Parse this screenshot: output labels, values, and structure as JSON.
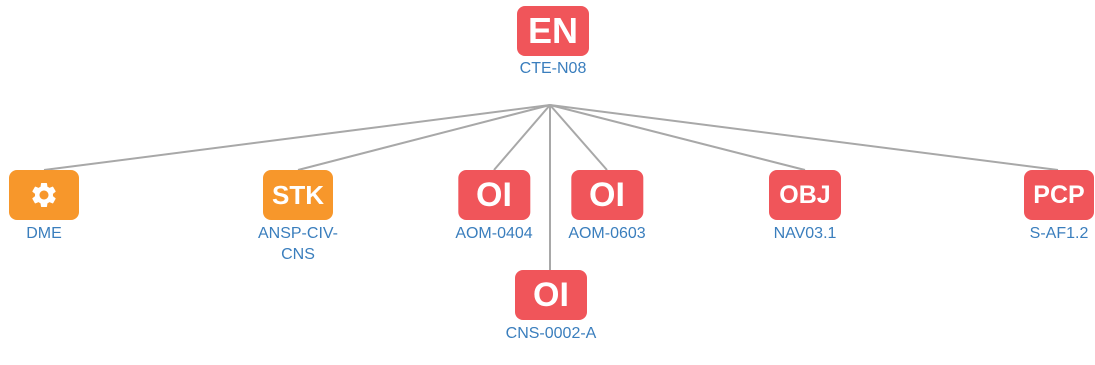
{
  "colors": {
    "requirement_badge": "#f0555a",
    "enabler_badge": "#f7972b",
    "label_text": "#3a7ebd",
    "edge": "#a8a8a8"
  },
  "root": {
    "badge": "EN",
    "label": "CTE-N08"
  },
  "children": [
    {
      "id": "dme",
      "badge": "",
      "icon": "gear-icon",
      "label": "DME"
    },
    {
      "id": "stk",
      "badge": "STK",
      "label": "ANSP-CIV-CNS"
    },
    {
      "id": "oi-aom-0404",
      "badge": "OI",
      "label": "AOM-0404"
    },
    {
      "id": "oi-cns-0002-a",
      "badge": "OI",
      "label": "CNS-0002-A"
    },
    {
      "id": "oi-aom-0603",
      "badge": "OI",
      "label": "AOM-0603"
    },
    {
      "id": "obj",
      "badge": "OBJ",
      "label": "NAV03.1"
    },
    {
      "id": "pcp",
      "badge": "PCP",
      "label": "S-AF1.2"
    }
  ]
}
